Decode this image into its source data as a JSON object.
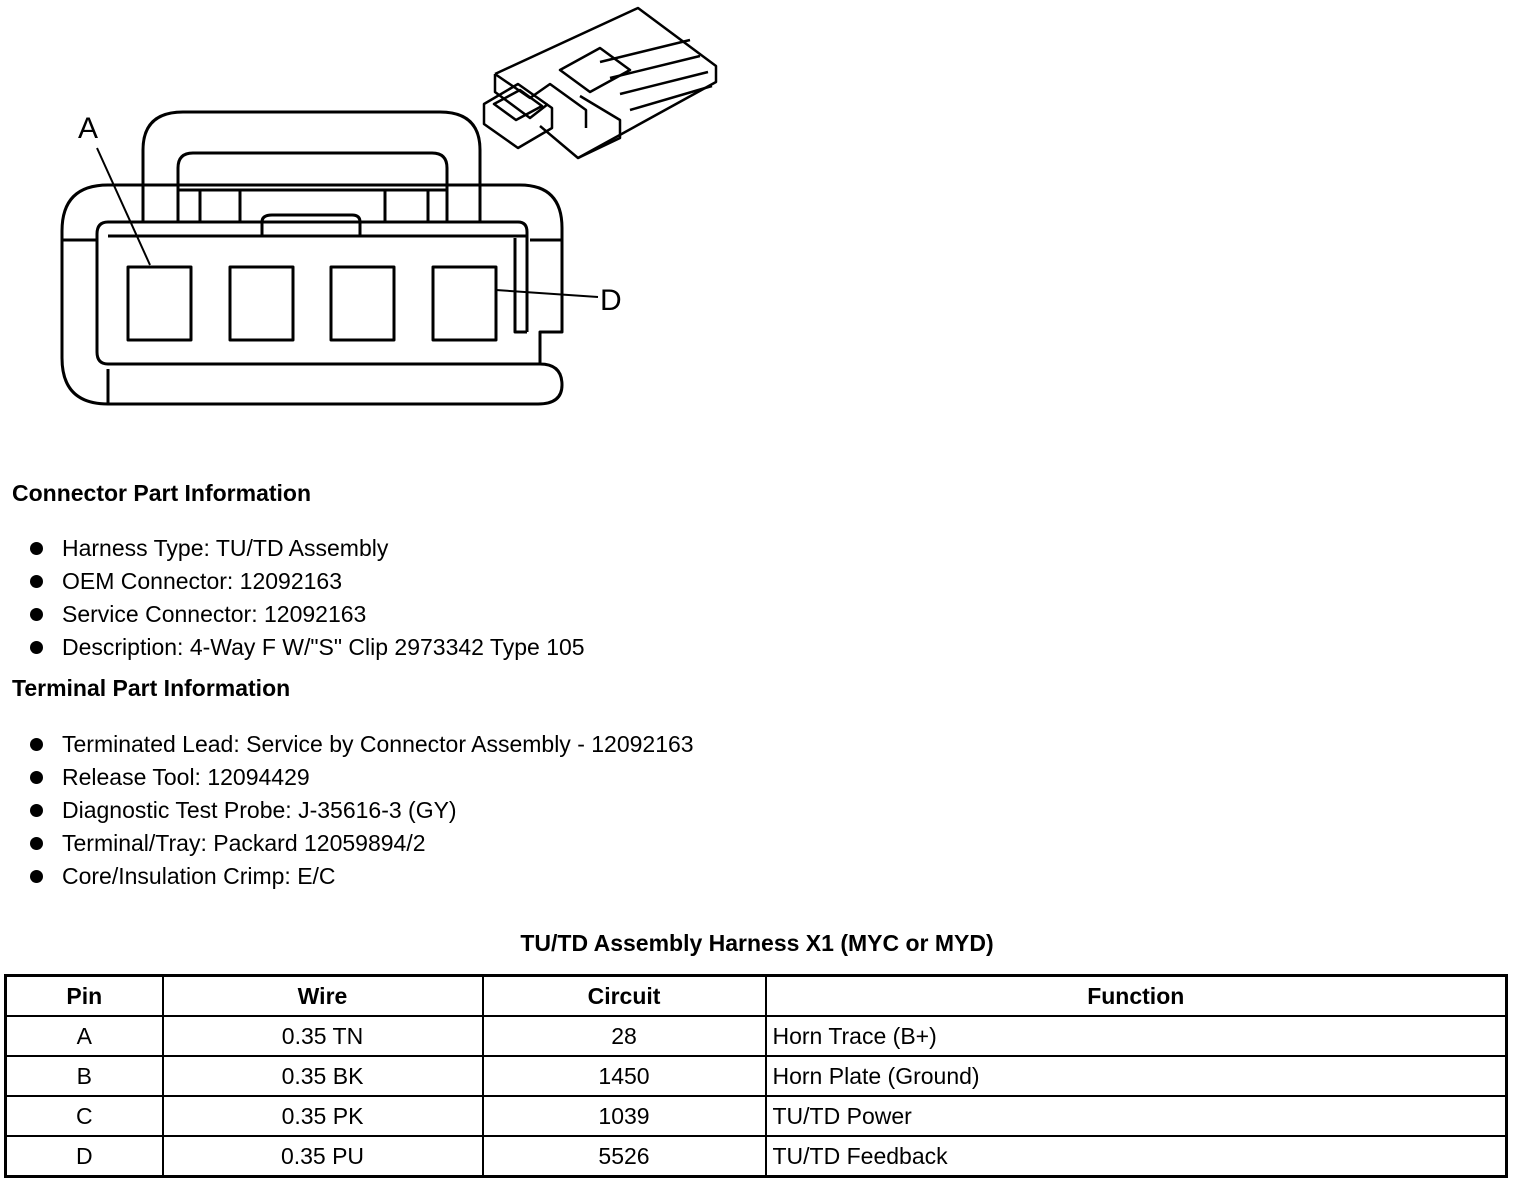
{
  "diagram": {
    "label_a": "A",
    "label_d": "D"
  },
  "connector_section": {
    "title": "Connector Part Information",
    "items": [
      "Harness Type: TU/TD Assembly",
      "OEM Connector: 12092163",
      "Service Connector: 12092163",
      "Description: 4-Way F W/\"S\" Clip 2973342 Type 105"
    ]
  },
  "terminal_section": {
    "title": "Terminal Part Information",
    "items": [
      "Terminated Lead: Service by Connector Assembly - 12092163",
      "Release Tool: 12094429",
      "Diagnostic Test Probe: J-35616-3 (GY)",
      "Terminal/Tray: Packard 12059894/2",
      "Core/Insulation Crimp: E/C"
    ]
  },
  "table": {
    "caption": "TU/TD Assembly Harness X1 (MYC or MYD)",
    "headers": [
      "Pin",
      "Wire",
      "Circuit",
      "Function"
    ],
    "rows": [
      [
        "A",
        "0.35 TN",
        "28",
        "Horn Trace (B+)"
      ],
      [
        "B",
        "0.35 BK",
        "1450",
        "Horn Plate (Ground)"
      ],
      [
        "C",
        "0.35 PK",
        "1039",
        "TU/TD Power"
      ],
      [
        "D",
        "0.35 PU",
        "5526",
        "TU/TD Feedback"
      ]
    ]
  }
}
